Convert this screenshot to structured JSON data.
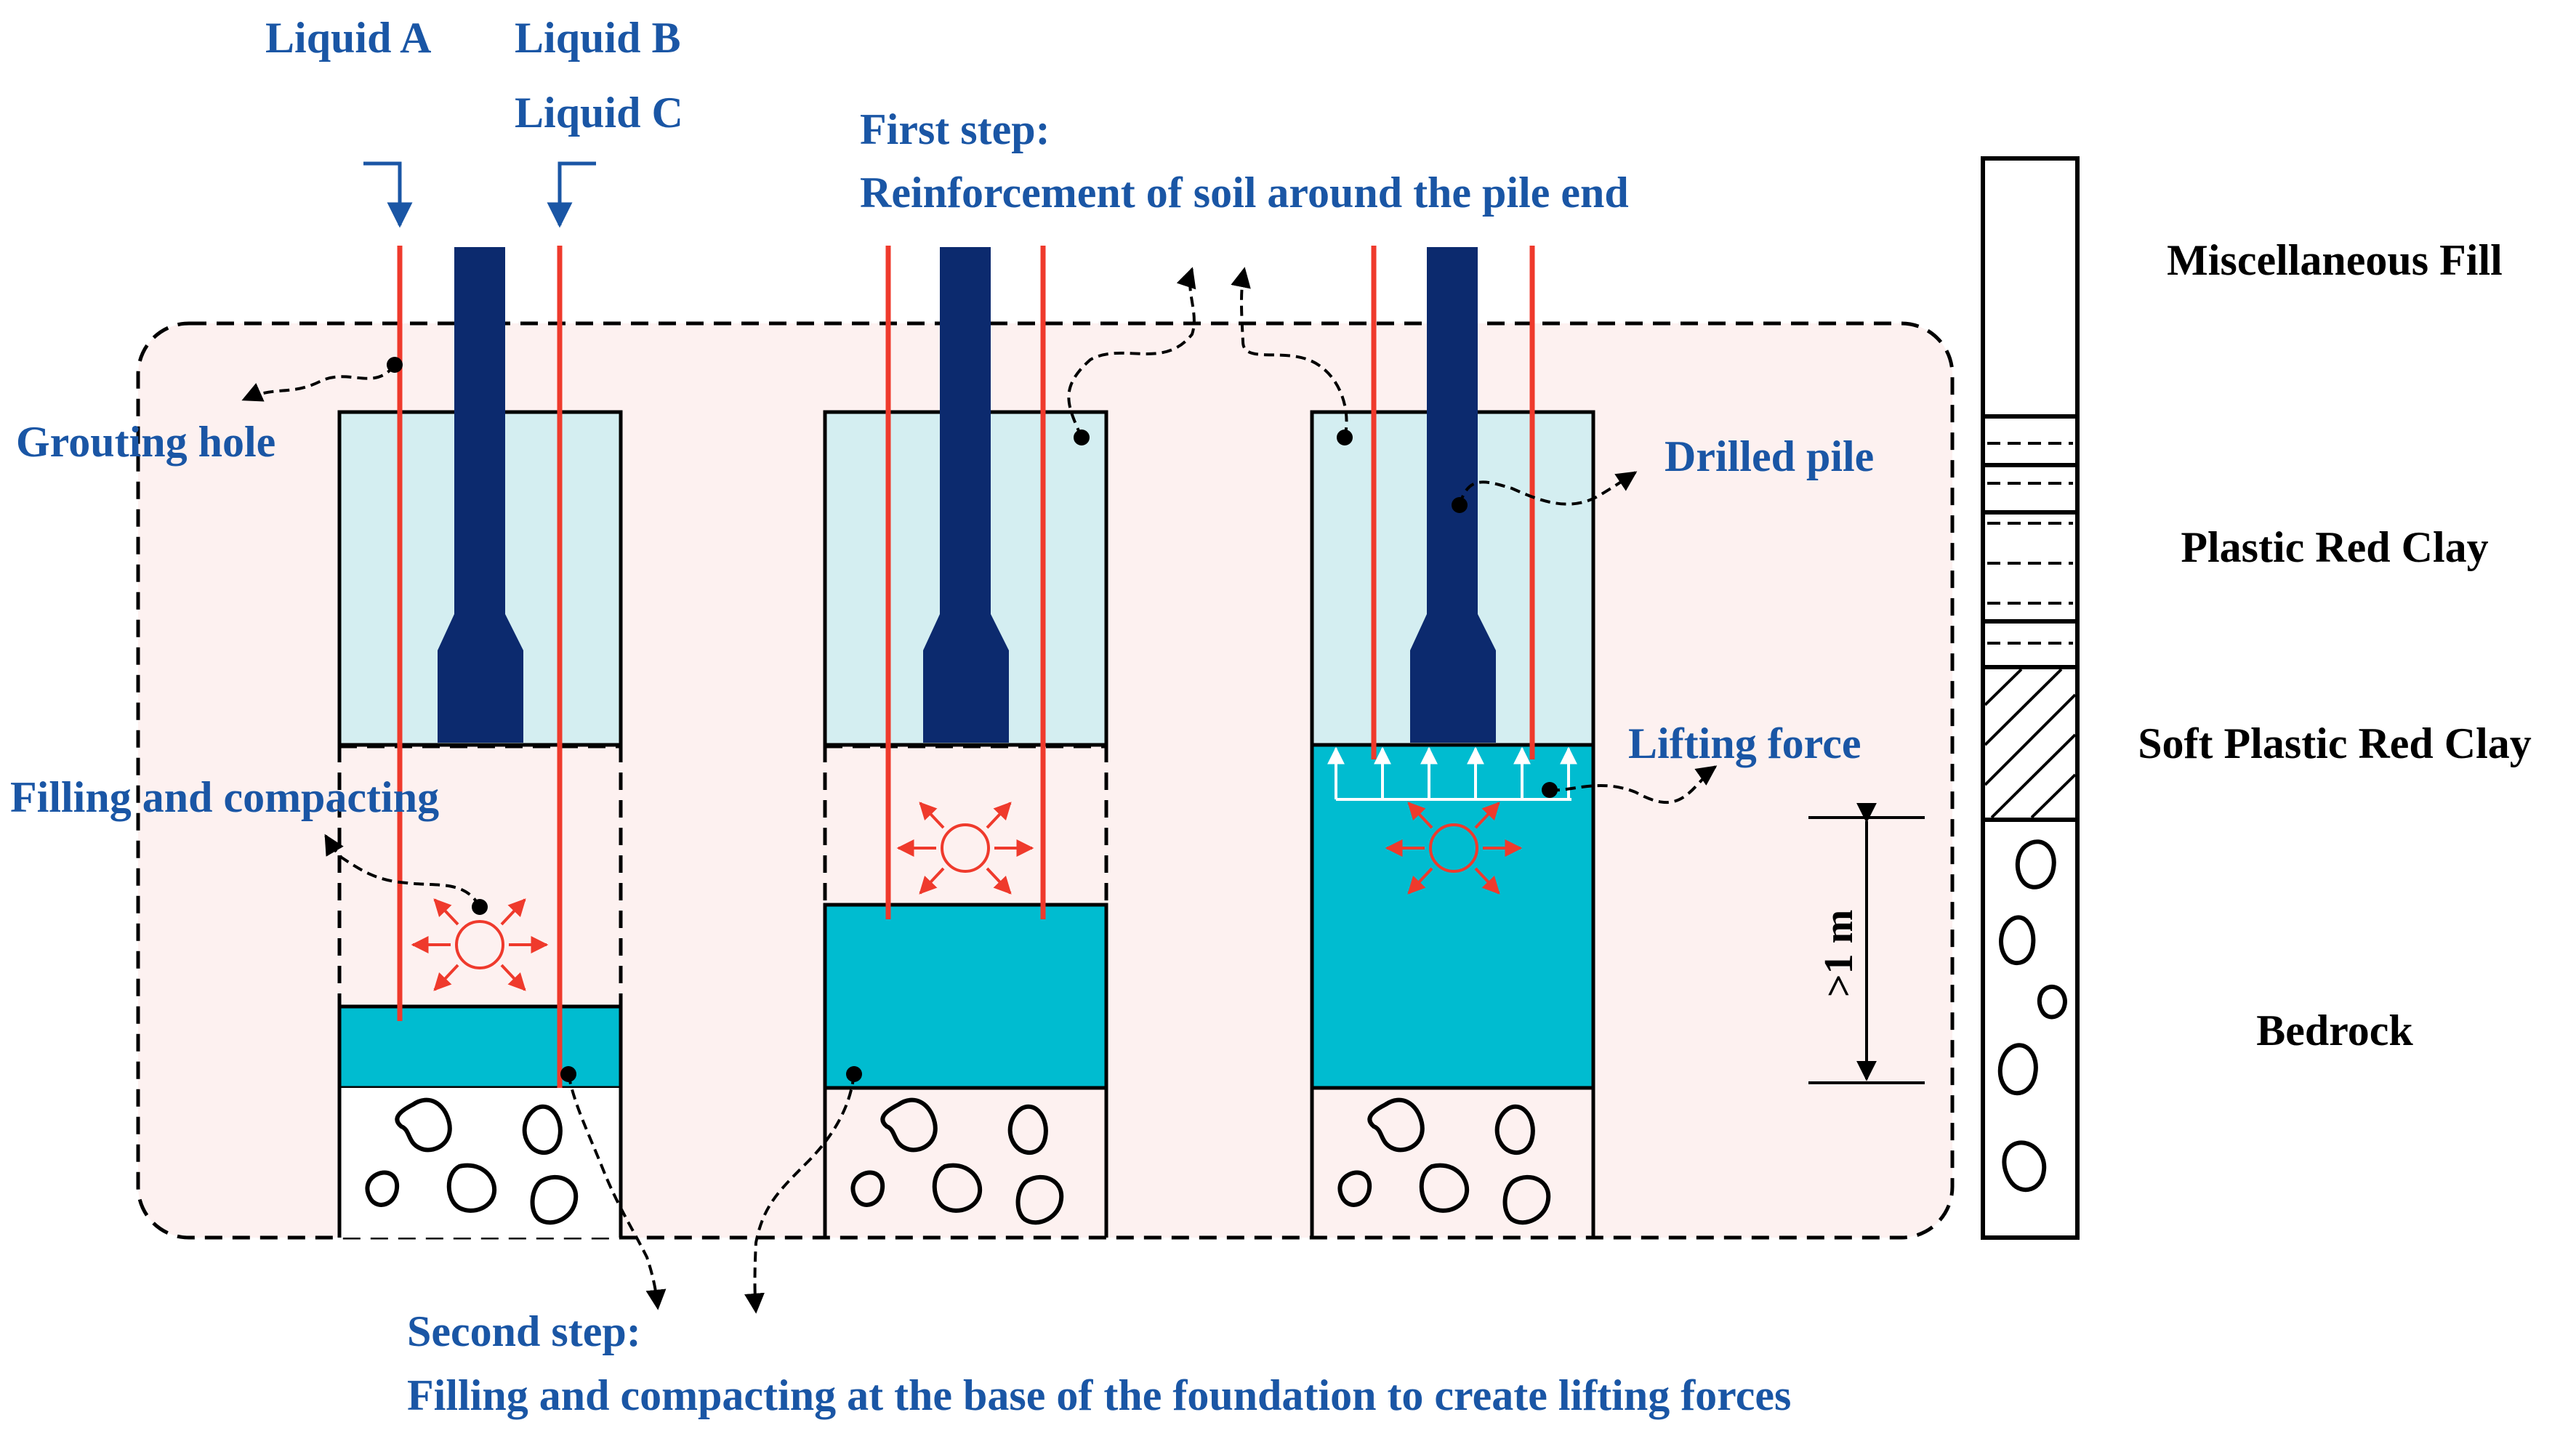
{
  "labels": {
    "liquid_a": "Liquid A",
    "liquid_b": "Liquid B",
    "liquid_c": "Liquid C",
    "first_step_title": "First step:",
    "first_step_desc": "Reinforcement of soil around the pile end",
    "grouting_hole": "Grouting hole",
    "drilled_pile": "Drilled pile",
    "filling_compacting": "Filling and compacting",
    "lifting_force": "Lifting force",
    "depth_marker": ">1 m",
    "second_step_title": "Second step:",
    "second_step_desc": "Filling and compacting at the base of the foundation to create lifting forces"
  },
  "strata": [
    {
      "name": "Miscellaneous Fill"
    },
    {
      "name": "Plastic Red Clay"
    },
    {
      "name": "Soft Plastic Red Clay"
    },
    {
      "name": "Bedrock"
    }
  ],
  "colors": {
    "label_blue": "#1a56a5",
    "pile_navy": "#0c2a6e",
    "grout_red": "#ef3a2c",
    "soil_light": "#d4eef1",
    "grout_cyan": "#00bcd0",
    "zone_fill": "#fdf1f0"
  }
}
